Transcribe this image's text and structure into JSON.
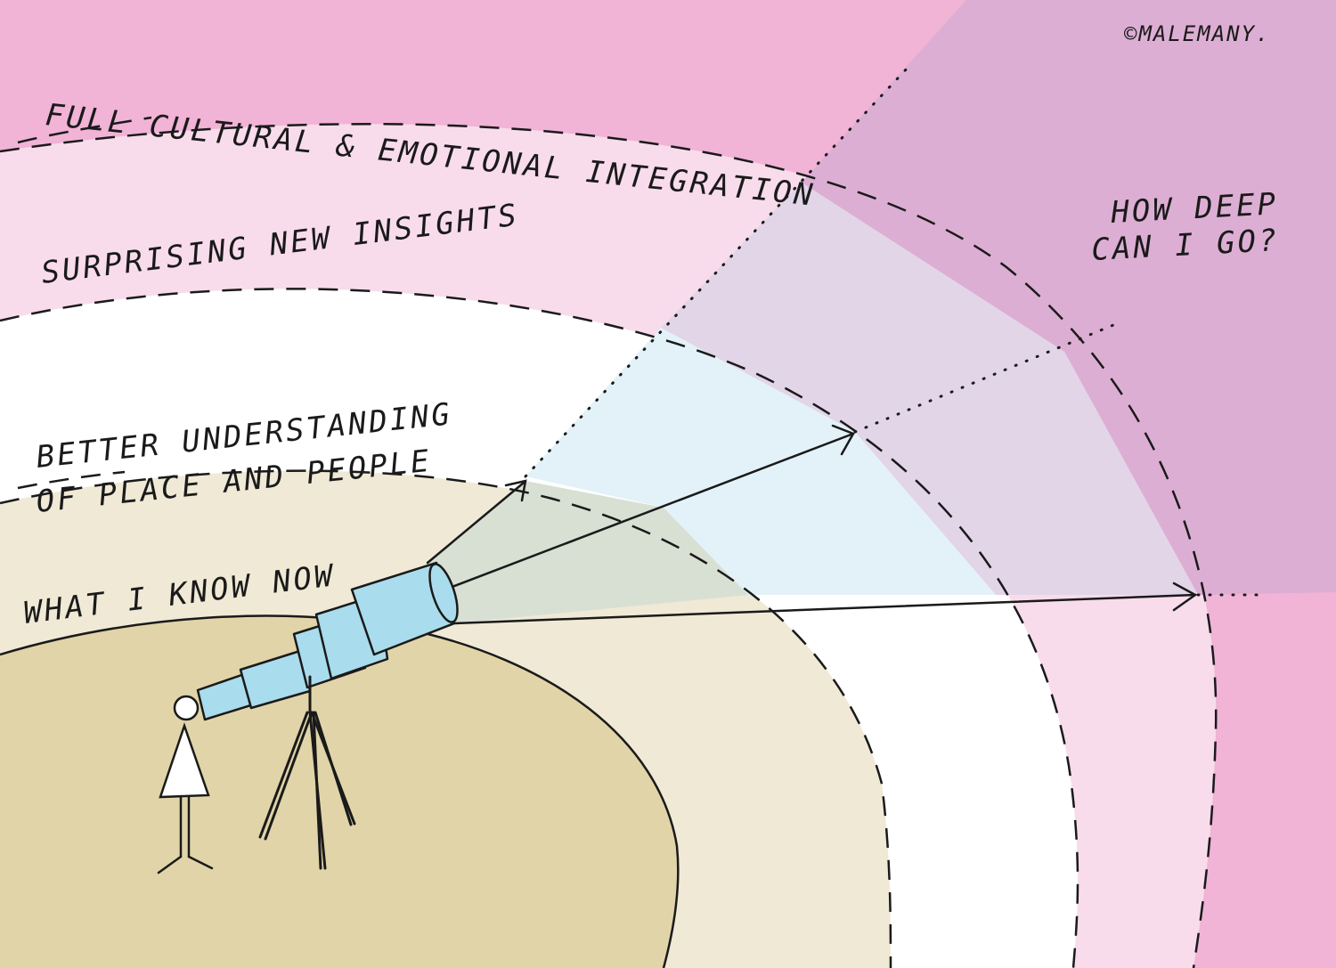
{
  "diagram": {
    "labels": {
      "ring_outer": "FULL CULTURAL & EMOTIONAL INTEGRATION",
      "ring_third": "SURPRISING NEW INSIGHTS",
      "ring_second_line1": "BETTER UNDERSTANDING",
      "ring_second_line2": "OF PLACE AND PEOPLE",
      "ring_inner": "WHAT I KNOW NOW",
      "question_line1": "HOW DEEP",
      "question_line2": "CAN I GO?",
      "credit": "©MALEMANY."
    },
    "colors": {
      "background_pink": "#f1b3d6",
      "ring_outer_light_pink": "#f8dcec",
      "ring_white": "#ffffff",
      "ring_beige_light": "#efe9d6",
      "ring_beige_dark": "#e1d4a8",
      "beam_blue": "#e3f2f8",
      "beam_lavender": "#e2d5e8",
      "beam_purple": "#ddaed4",
      "beam_green_grey": "#d7e0d3",
      "telescope_blue": "#a9dcec",
      "ink": "#1a1a1a"
    }
  }
}
